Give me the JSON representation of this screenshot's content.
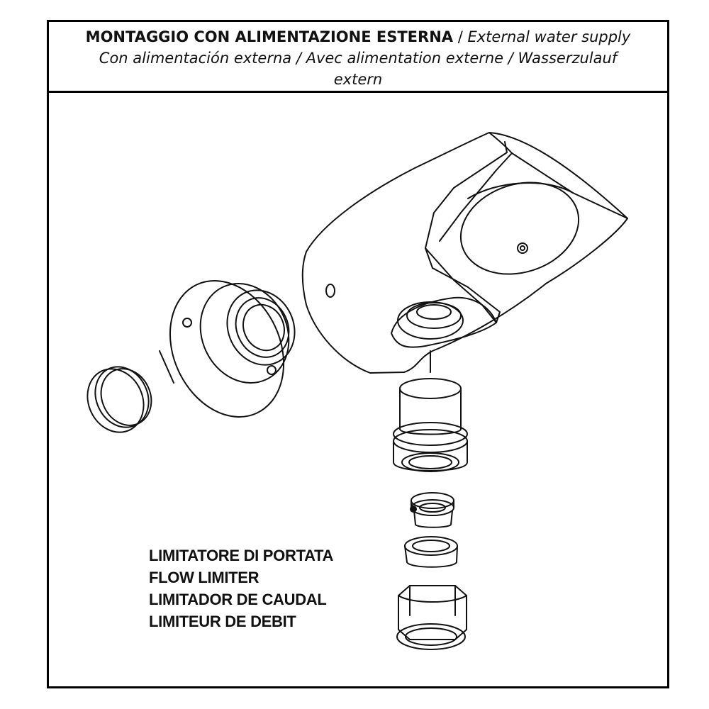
{
  "header": {
    "title_bold": "MONTAGGIO CON ALIMENTAZIONE ESTERNA",
    "sep1": " / ",
    "title_en": "External water supply",
    "line2_es": "Con alimentación externa",
    "sep2": " / ",
    "line2_fr": "Avec alimentation externe",
    "sep3": " / ",
    "line2_de": "Wasserzulauf",
    "line3_de": "extern"
  },
  "callout": {
    "it": "LIMITATORE DI PORTATA",
    "en": "FLOW LIMITER",
    "es": "LIMITADOR DE CAUDAL",
    "fr": "LIMITEUR DE DEBIT"
  },
  "parts": [
    "faucet-body",
    "wall-flange",
    "end-cap",
    "threaded-inlet",
    "flow-limiter-washer",
    "seal-ring",
    "hex-nut"
  ]
}
